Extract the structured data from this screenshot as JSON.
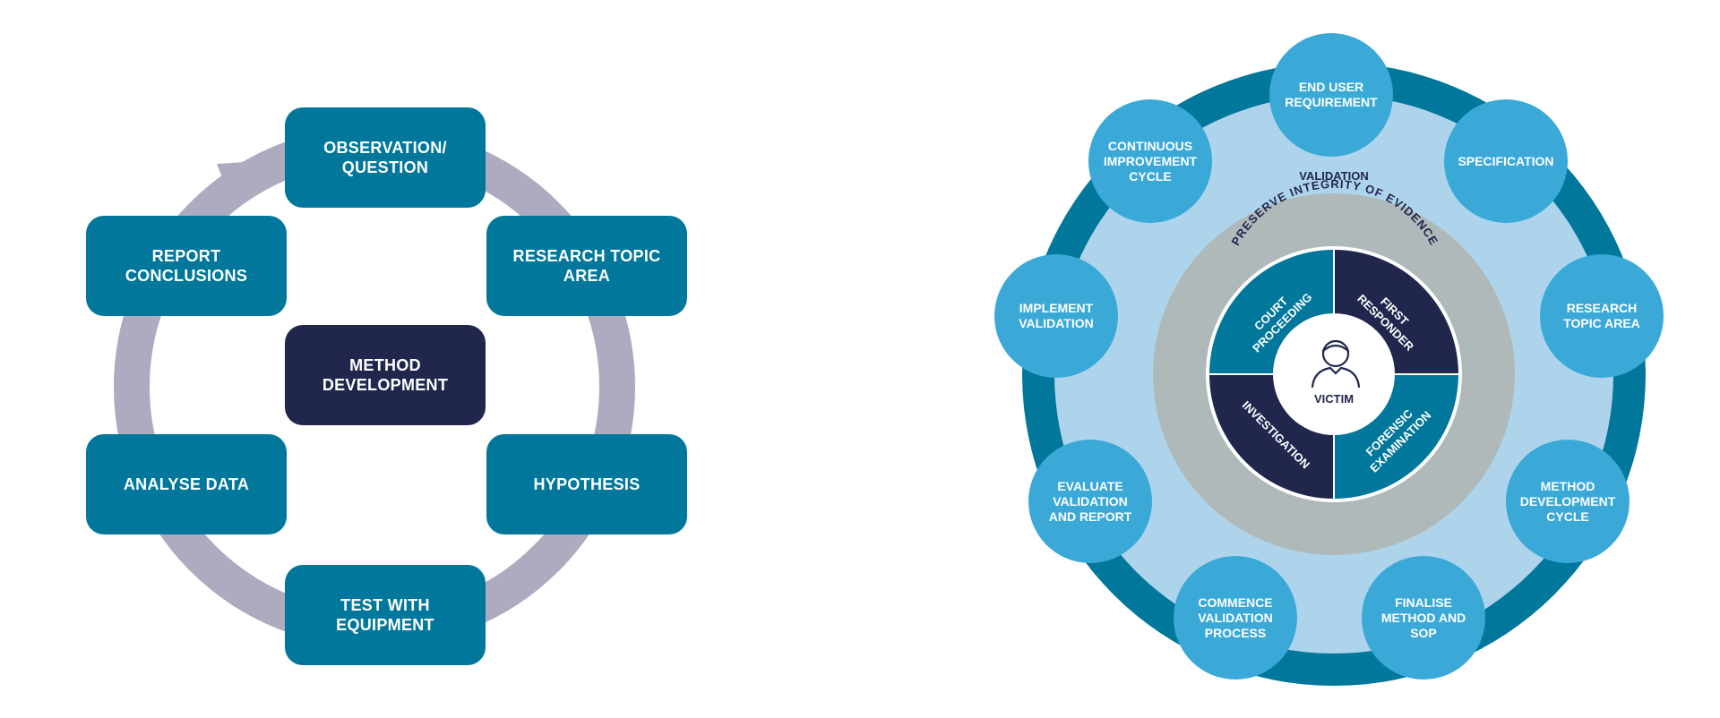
{
  "colors": {
    "teal_box": "#00779b",
    "navy": "#21264d",
    "cycle_arrow": "#aeaac0",
    "outer_ring": "#00779b",
    "validation_disc": "#aed4ec",
    "integrity_ring": "#b0b9b9",
    "bubble": "#3aa9d8"
  },
  "left_diagram": {
    "center": "METHOD\nDEVELOPMENT",
    "steps": [
      "OBSERVATION/\nQUESTION",
      "RESEARCH TOPIC\nAREA",
      "HYPOTHESIS",
      "TEST WITH\nEQUIPMENT",
      "ANALYSE DATA",
      "REPORT\nCONCLUSIONS"
    ]
  },
  "right_diagram": {
    "validation_label": "VALIDATION",
    "integrity_label": "PRESERVE INTEGRITY OF EVIDENCE",
    "center_label": "VICTIM",
    "center_icon": "person-icon",
    "quadrants": {
      "top_left": [
        "COURT",
        "PROCEEDING"
      ],
      "top_right": [
        "FIRST",
        "RESPONDER"
      ],
      "bottom_right": [
        "FORENSIC",
        "EXAMINATION"
      ],
      "bottom_left": [
        "INVESTIGATION"
      ]
    },
    "bubbles": [
      "END USER\nREQUIREMENT",
      "SPECIFICATION",
      "RESEARCH\nTOPIC AREA",
      "METHOD\nDEVELOPMENT\nCYCLE",
      "FINALISE\nMETHOD AND\nSOP",
      "COMMENCE\nVALIDATION\nPROCESS",
      "EVALUATE\nVALIDATION\nAND REPORT",
      "IMPLEMENT\nVALIDATION",
      "CONTINUOUS\nIMPROVEMENT\nCYCLE"
    ]
  }
}
